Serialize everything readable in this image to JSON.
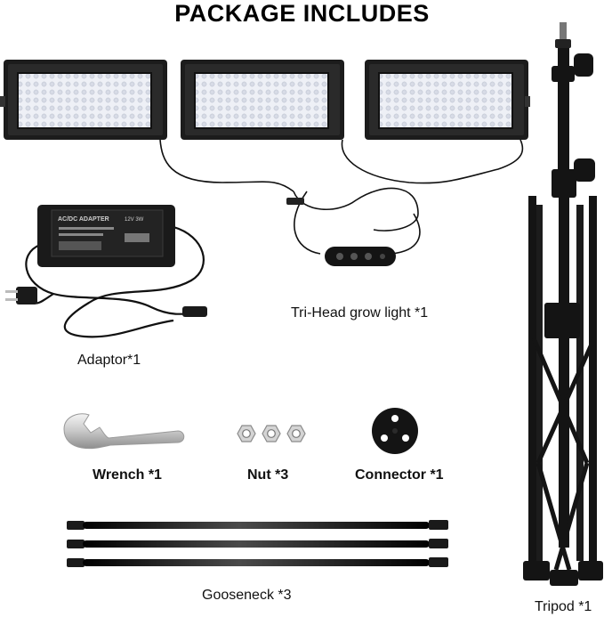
{
  "header": {
    "title": "PACKAGE INCLUDES"
  },
  "items": {
    "grow_light": {
      "label": "Tri-Head grow light *1"
    },
    "adaptor": {
      "label": "Adaptor*1",
      "brick_text": "AC/DC ADAPTER",
      "brick_spec": "12V 3W"
    },
    "wrench": {
      "label": "Wrench *1"
    },
    "nut": {
      "label": "Nut *3"
    },
    "connector": {
      "label": "Connector  *1"
    },
    "gooseneck": {
      "label": "Gooseneck *3"
    },
    "tripod": {
      "label": "Tripod *1"
    }
  },
  "colors": {
    "light_body": "#1c1c1c",
    "led_panel": "#e9ecf3",
    "metal": "#c9ccd1",
    "tripod": "#141414"
  }
}
